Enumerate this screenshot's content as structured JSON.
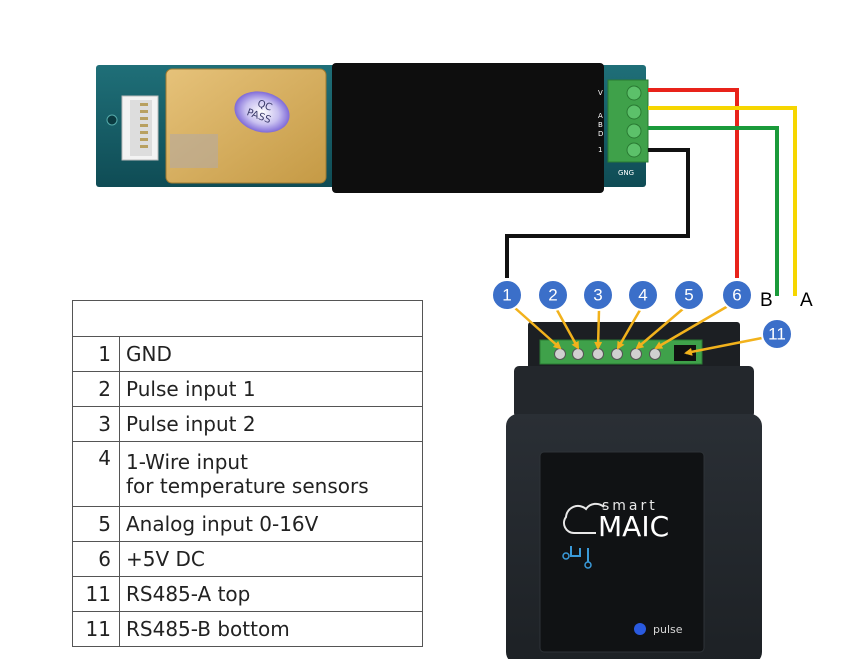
{
  "sensor": {
    "qc_label_line1": "QC",
    "qc_label_line2": "PASS",
    "terminal_label": "GNG",
    "pin_marks": [
      "V",
      "A",
      "B",
      "D",
      "1"
    ]
  },
  "wires": {
    "colors": {
      "red": "#e8231a",
      "yellow": "#f6d600",
      "green": "#1a9a3a",
      "black": "#111111"
    },
    "label_b": "B",
    "label_a": "A"
  },
  "pin_markers": [
    "1",
    "2",
    "3",
    "4",
    "5",
    "6",
    "11"
  ],
  "device": {
    "brand_small": "smart",
    "brand_large": "MAIC",
    "led_label": "pulse",
    "led_color": "#2a5adf"
  },
  "pin_table": {
    "header": "",
    "rows": [
      {
        "num": "1",
        "desc": "GND"
      },
      {
        "num": "2",
        "desc": "Pulse input 1"
      },
      {
        "num": "3",
        "desc": "Pulse input 2"
      },
      {
        "num": "4",
        "desc_line1": "1-Wire input",
        "desc_line2": "for temperature sensors"
      },
      {
        "num": "5",
        "desc": "Analog input 0-16V"
      },
      {
        "num": "6",
        "desc": "+5V DC"
      },
      {
        "num": "11",
        "desc": "RS485-A  top"
      },
      {
        "num": "11",
        "desc": "RS485-B  bottom"
      }
    ]
  },
  "marker_color": "#3b6fc9",
  "arrow_color": "#f2b21c"
}
